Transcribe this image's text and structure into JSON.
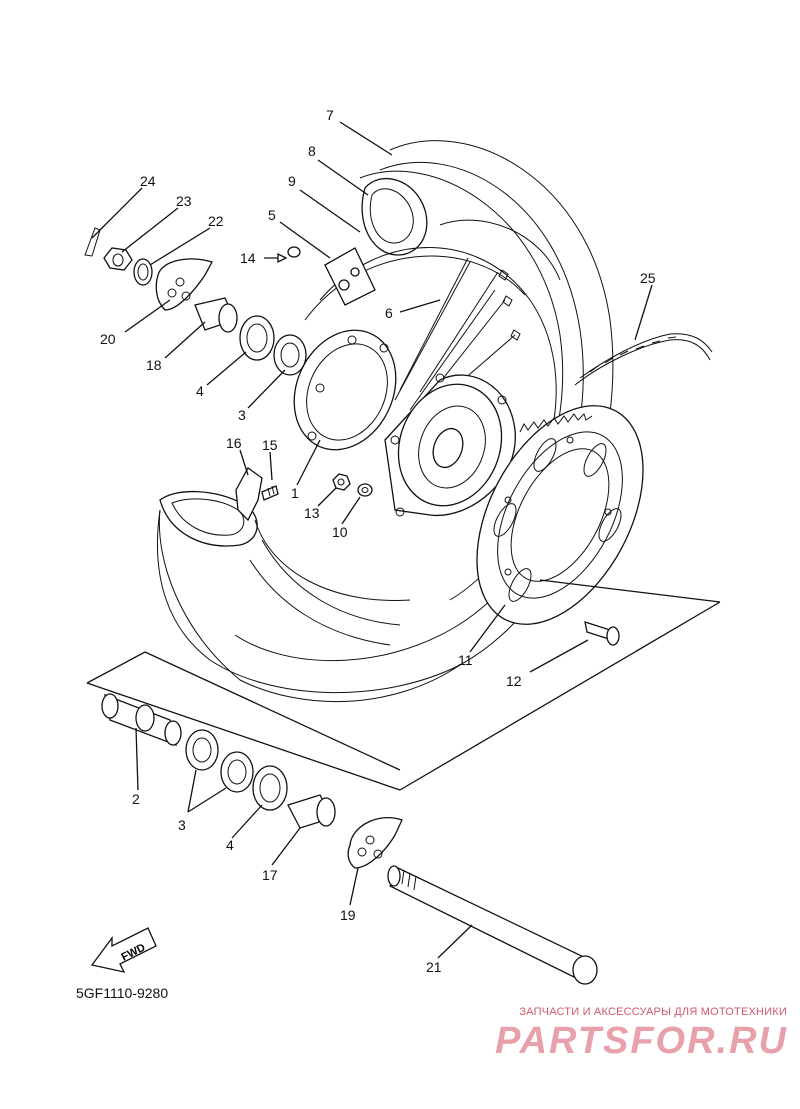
{
  "diagram": {
    "drawing_code": "5GF1110-9280",
    "fwd_label": "FWD",
    "callouts": {
      "c24": "24",
      "c23": "23",
      "c22": "22",
      "c20": "20",
      "c18": "18",
      "c4a": "4",
      "c3a": "3",
      "c14": "14",
      "c5": "5",
      "c9": "9",
      "c8": "8",
      "c7": "7",
      "c6": "6",
      "c25": "25",
      "c16": "16",
      "c15": "15",
      "c1": "1",
      "c13": "13",
      "c10": "10",
      "c11": "11",
      "c12": "12",
      "c2": "2",
      "c3b": "3",
      "c4b": "4",
      "c17": "17",
      "c19": "19",
      "c21": "21"
    }
  },
  "watermark": {
    "tagline": "ЗАПЧАСТИ И АКСЕССУАРЫ ДЛЯ МОТОТЕХНИКИ",
    "logo": "PARTSFOR.RU"
  }
}
